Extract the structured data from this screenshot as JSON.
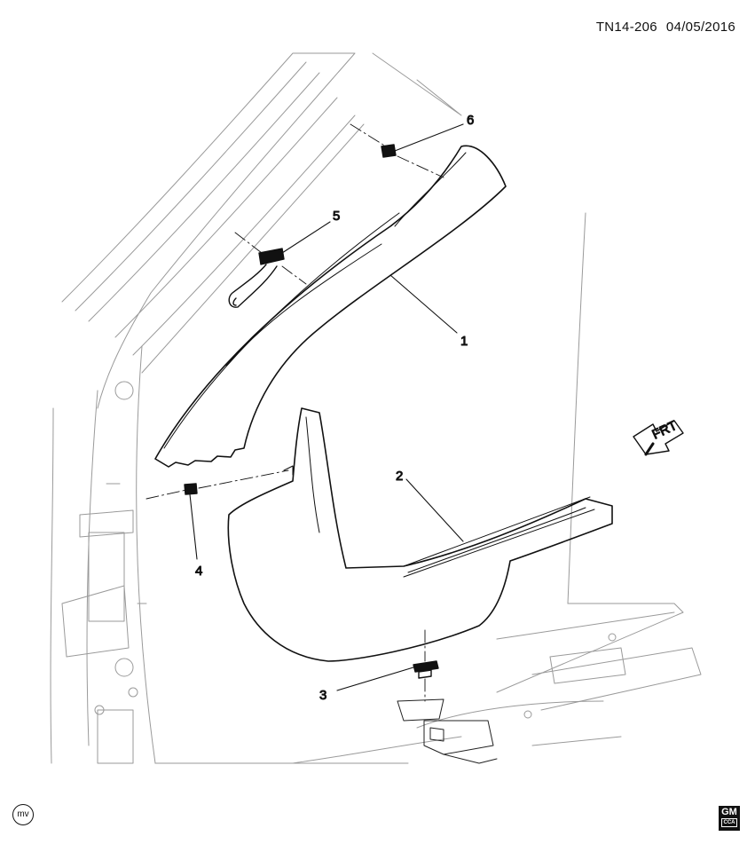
{
  "header": {
    "code": "TN14-206",
    "date": "04/05/2016"
  },
  "callouts": [
    {
      "id": "1",
      "label": "1"
    },
    {
      "id": "2",
      "label": "2"
    },
    {
      "id": "3",
      "label": "3"
    },
    {
      "id": "4",
      "label": "4"
    },
    {
      "id": "5",
      "label": "5"
    },
    {
      "id": "6",
      "label": "6"
    }
  ],
  "direction_indicator": {
    "label": "FRT",
    "icon": "front-arrow-icon"
  },
  "footer": {
    "mv_mark": "mv",
    "gm_logo_text": "GM",
    "gm_logo_sub": "CCA"
  }
}
